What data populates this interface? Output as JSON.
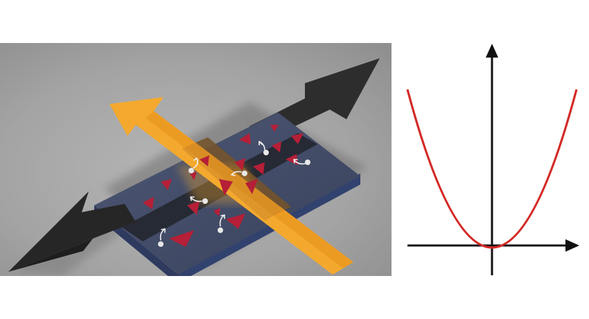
{
  "figure": {
    "left_panel": {
      "icons": [
        "optical-beam-arrow",
        "current-arrow",
        "hall-bar-device",
        "electron-particle",
        "defect-triangle",
        "orbit-arrow-icon"
      ],
      "colors": {
        "background": "#a3a3a3",
        "device_top": "#404a66",
        "device_side": "#3a4a74",
        "channel": "#24272f",
        "beam": "#f4a92e",
        "current_arrow": "#2a2a2a",
        "defect": "#b51f37",
        "particle": "#e8e8e8"
      }
    },
    "right_panel": {
      "icons": [
        "y-axis-arrow",
        "x-axis-arrow",
        "parabola-curve"
      ],
      "colors": {
        "curve": "#d42a26",
        "axes": "#111111"
      }
    }
  }
}
